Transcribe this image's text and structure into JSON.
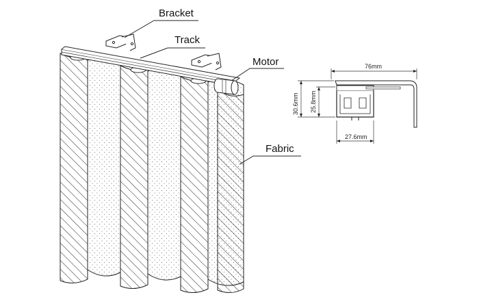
{
  "labels": {
    "bracket": "Bracket",
    "track": "Track",
    "motor": "Motor",
    "fabric": "Fabric"
  },
  "dimensions": {
    "width_total": "76mm",
    "height_total": "30.6mm",
    "height_inner": "25.8mm",
    "width_channel": "27.6mm"
  },
  "colors": {
    "line": "#222222",
    "background": "#ffffff"
  }
}
